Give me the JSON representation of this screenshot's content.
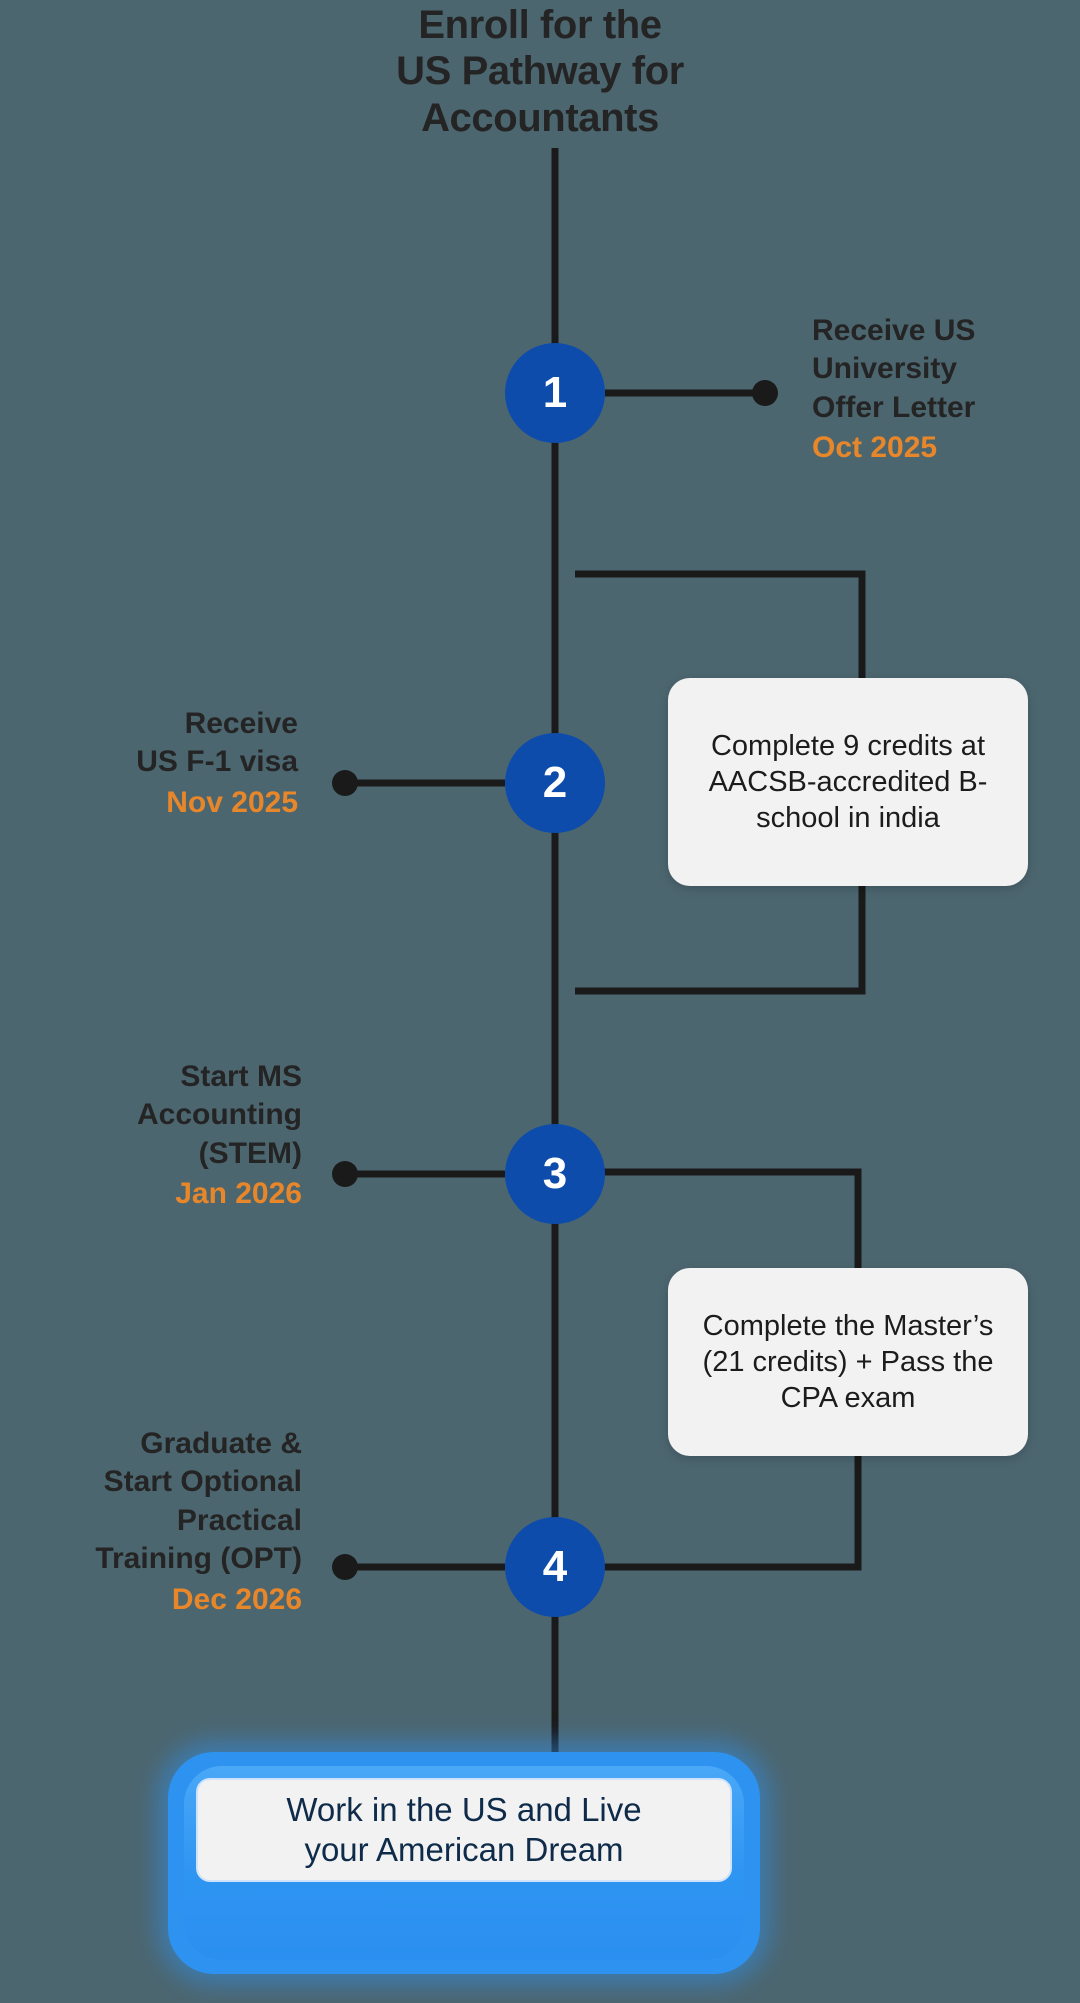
{
  "diagram": {
    "title": "Enroll for the\nUS Pathway for\nAccountants",
    "title_line1": "Enroll for the",
    "title_line2": "US Pathway for",
    "title_line3": "Accountants",
    "background_color": "#4c6670",
    "node_color": "#0d4cab",
    "date_color": "#e8862a",
    "text_color": "#242424",
    "connector_color": "#1a1a1a"
  },
  "steps": [
    {
      "number": "1",
      "side": "right",
      "label_line1": "Receive US",
      "label_line2": "University",
      "label_line3": "Offer Letter",
      "date": "Oct 2025"
    },
    {
      "number": "2",
      "side": "left",
      "label_line1": "Receive",
      "label_line2": "US F-1 visa",
      "label_line3": "",
      "date": "Nov 2025"
    },
    {
      "number": "3",
      "side": "left",
      "label_line1": "Start MS",
      "label_line2": "Accounting",
      "label_line3": "(STEM)",
      "date": "Jan 2026"
    },
    {
      "number": "4",
      "side": "left",
      "label_line1": "Graduate &",
      "label_line2": "Start Optional",
      "label_line3": "Practical",
      "label_line4": "Training (OPT)",
      "date": "Dec 2026"
    }
  ],
  "callouts": [
    {
      "id": "callout-credits",
      "text": "Complete 9 credits at AACSB-accredited B-school in india"
    },
    {
      "id": "callout-masters",
      "text": "Complete the Master’s (21 credits) + Pass the CPA exam"
    }
  ],
  "banner": {
    "text_line1": "Work in the US and Live",
    "text_line2": "your American Dream",
    "glow_color": "#2e93f0",
    "card_color": "#f2f2f2"
  }
}
